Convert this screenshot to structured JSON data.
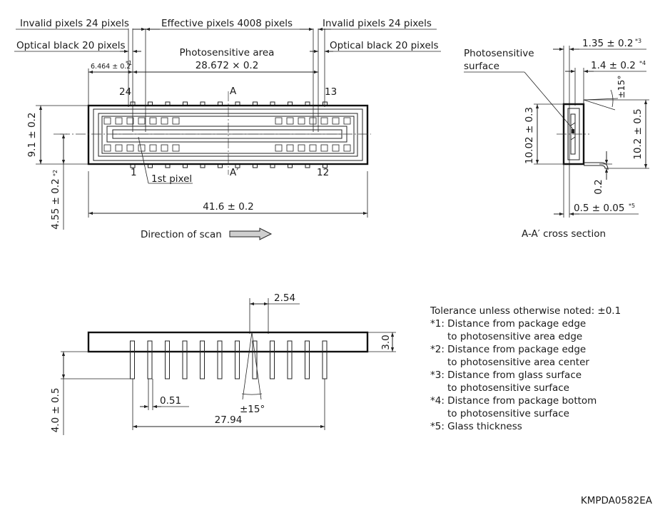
{
  "top_view": {
    "invalid_left": "Invalid pixels 24 pixels",
    "effective": "Effective pixels 4008 pixels",
    "invalid_right": "Invalid pixels 24 pixels",
    "optical_left": "Optical black 20 pixels",
    "optical_right": "Optical black 20 pixels",
    "photo_area_label": "Photosensitive area",
    "photo_area_value": "28.672 × 0.2",
    "dim_6464": "6.464 ± 0.2",
    "dim_6464_note": "*1",
    "pin_24": "24",
    "pin_13": "13",
    "pin_1": "1",
    "pin_12": "12",
    "section_a": "A",
    "section_a_prime": "A′",
    "dim_height": "9.1 ± 0.2",
    "dim_center": "4.55 ± 0.2",
    "dim_center_note": "*2",
    "first_pixel": "1st pixel",
    "dim_width": "41.6 ± 0.2",
    "scan_direction": "Direction of scan"
  },
  "cross_section": {
    "photo_surface_line1": "Photosensitive",
    "photo_surface_line2": "surface",
    "dim_glass": "1.35 ± 0.2",
    "dim_glass_note": "*3",
    "dim_bottom": "1.4 ± 0.2",
    "dim_bottom_note": "*4",
    "angle": "±15°",
    "dim_total": "10.02 ± 0.3",
    "dim_body": "10.2 ± 0.5",
    "dim_02": "0.2",
    "dim_thickness": "0.5 ± 0.05",
    "dim_thickness_note": "*5",
    "caption": "A-A′ cross section"
  },
  "side_view": {
    "dim_pitch": "2.54",
    "dim_thick": "3.0",
    "dim_lead_len": "4.0 ± 0.5",
    "dim_lead_width": "0.51",
    "angle": "±15°",
    "dim_span": "27.94"
  },
  "notes": [
    "Tolerance unless otherwise noted: ±0.1",
    "*1: Distance from package edge",
    "to photosensitive area edge",
    "*2: Distance from package edge",
    "to photosensitive area center",
    "*3: Distance from glass surface",
    "to photosensitive surface",
    "*4: Distance from package bottom",
    "to photosensitive surface",
    "*5: Glass thickness"
  ],
  "drawing_code": "KMPDA0582EA"
}
